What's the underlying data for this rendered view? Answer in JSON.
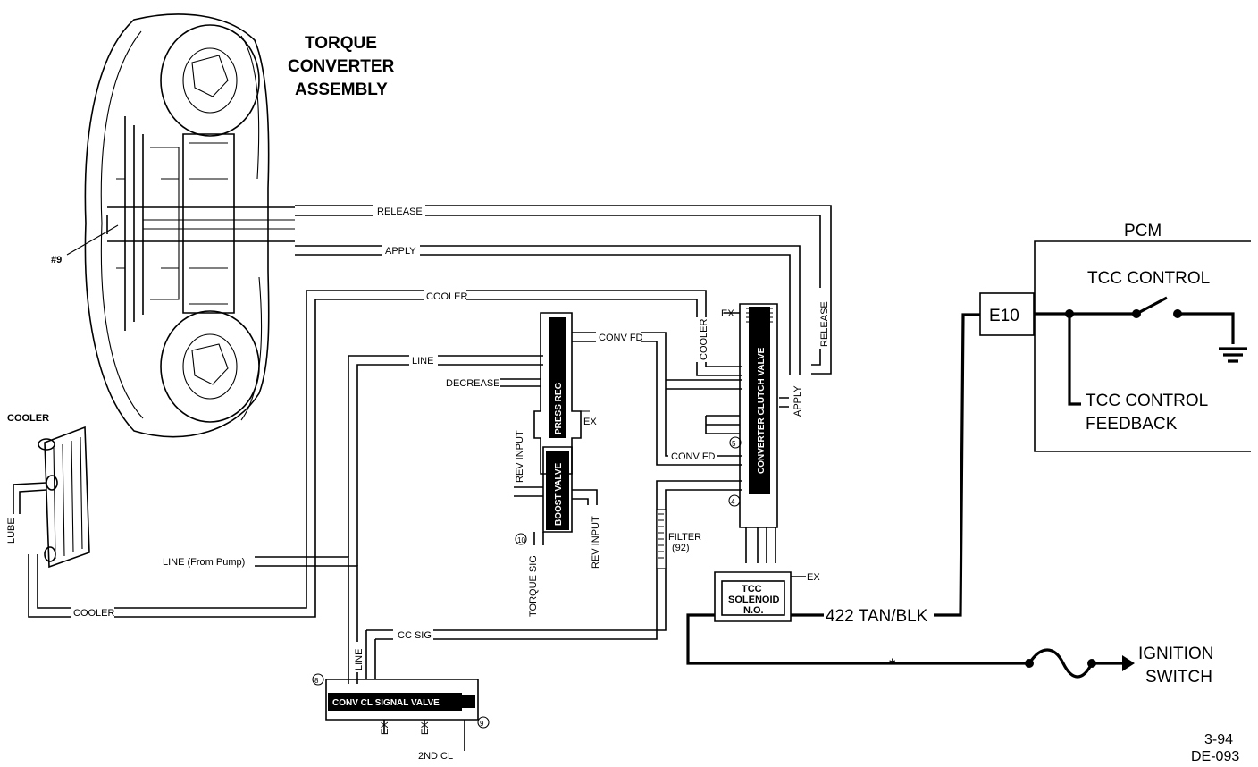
{
  "colors": {
    "ink": "#000000",
    "paper": "#ffffff"
  },
  "converter": {
    "title": [
      "TORQUE",
      "CONVERTER",
      "ASSEMBLY"
    ],
    "ref": "#9"
  },
  "cooler_unit": {
    "label": "COOLER",
    "lube": "LUBE"
  },
  "lines": {
    "release": "RELEASE",
    "apply": "APPLY",
    "cooler_top": "COOLER",
    "cooler_bottom": "COOLER",
    "cooler_vertical": "COOLER",
    "line_top": "LINE",
    "line_from_pump": "LINE (From Pump)",
    "line_vertical": "LINE",
    "decrease": "DECREASE",
    "conv_fd_top": "CONV FD",
    "conv_fd_mid": "CONV FD",
    "cc_sig": "CC SIG",
    "rev_input_left": "REV INPUT",
    "rev_input_right": "REV INPUT",
    "torque_sig": "TORQUE SIG",
    "filter": "FILTER",
    "filter_ref": "(92)",
    "release_vertical": "RELEASE",
    "apply_vertical": "APPLY",
    "second_cl": "2ND CL",
    "ex": "EX"
  },
  "valves": {
    "press_reg": "PRESS REG",
    "boost": "BOOST VALVE",
    "converter_clutch": "CONVERTER CLUTCH VALVE",
    "signal": "CONV CL SIGNAL VALVE"
  },
  "refs": {
    "r4": "4",
    "r5": "5",
    "r8": "8",
    "r9": "9",
    "r10": "10"
  },
  "solenoid": {
    "line1": "TCC",
    "line2": "SOLENOID",
    "line3": "N.O."
  },
  "pcm": {
    "title": "PCM",
    "connector": "E10",
    "control": "TCC CONTROL",
    "feedback": [
      "TCC CONTROL",
      "FEEDBACK"
    ]
  },
  "wiring": {
    "circuit": "422 TAN/BLK",
    "ignition": [
      "IGNITION",
      "SWITCH"
    ],
    "star": "*"
  },
  "figure": {
    "code1": "3-94",
    "code2": "DE-093"
  }
}
